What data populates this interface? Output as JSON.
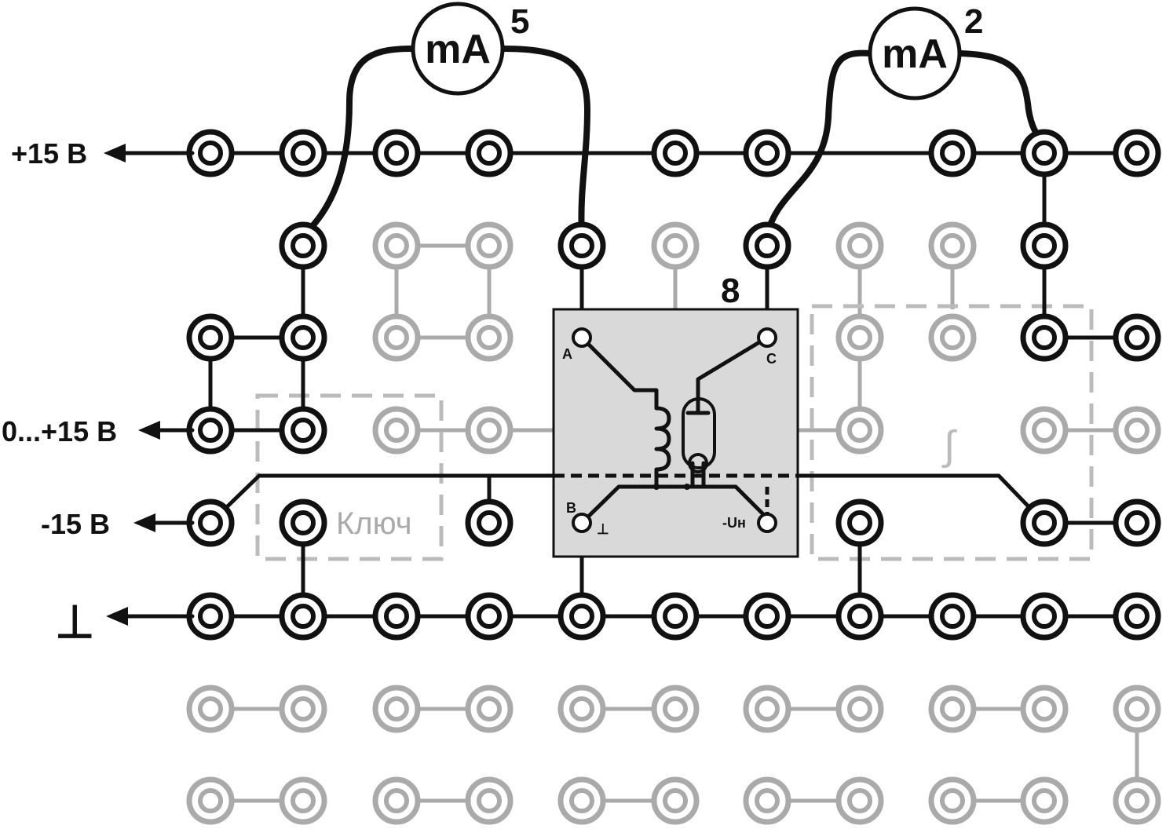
{
  "labels": {
    "plus15": "+15 В",
    "var15": "0...+15 В",
    "minus15": "-15 В",
    "ground": "⊥",
    "key": "Ключ",
    "integrator": "∫"
  },
  "meters": [
    {
      "text": "mA",
      "number": "5"
    },
    {
      "text": "mA",
      "number": "2"
    }
  ],
  "module": {
    "number": "8",
    "pin_a": "A",
    "pin_b": "B",
    "pin_c": "C",
    "pin_un": "-Uн",
    "ground_mark": "⊥"
  },
  "colors": {
    "active": "#111111",
    "inactive": "#aaaaaa",
    "module_fill": "#d9d9d9"
  }
}
